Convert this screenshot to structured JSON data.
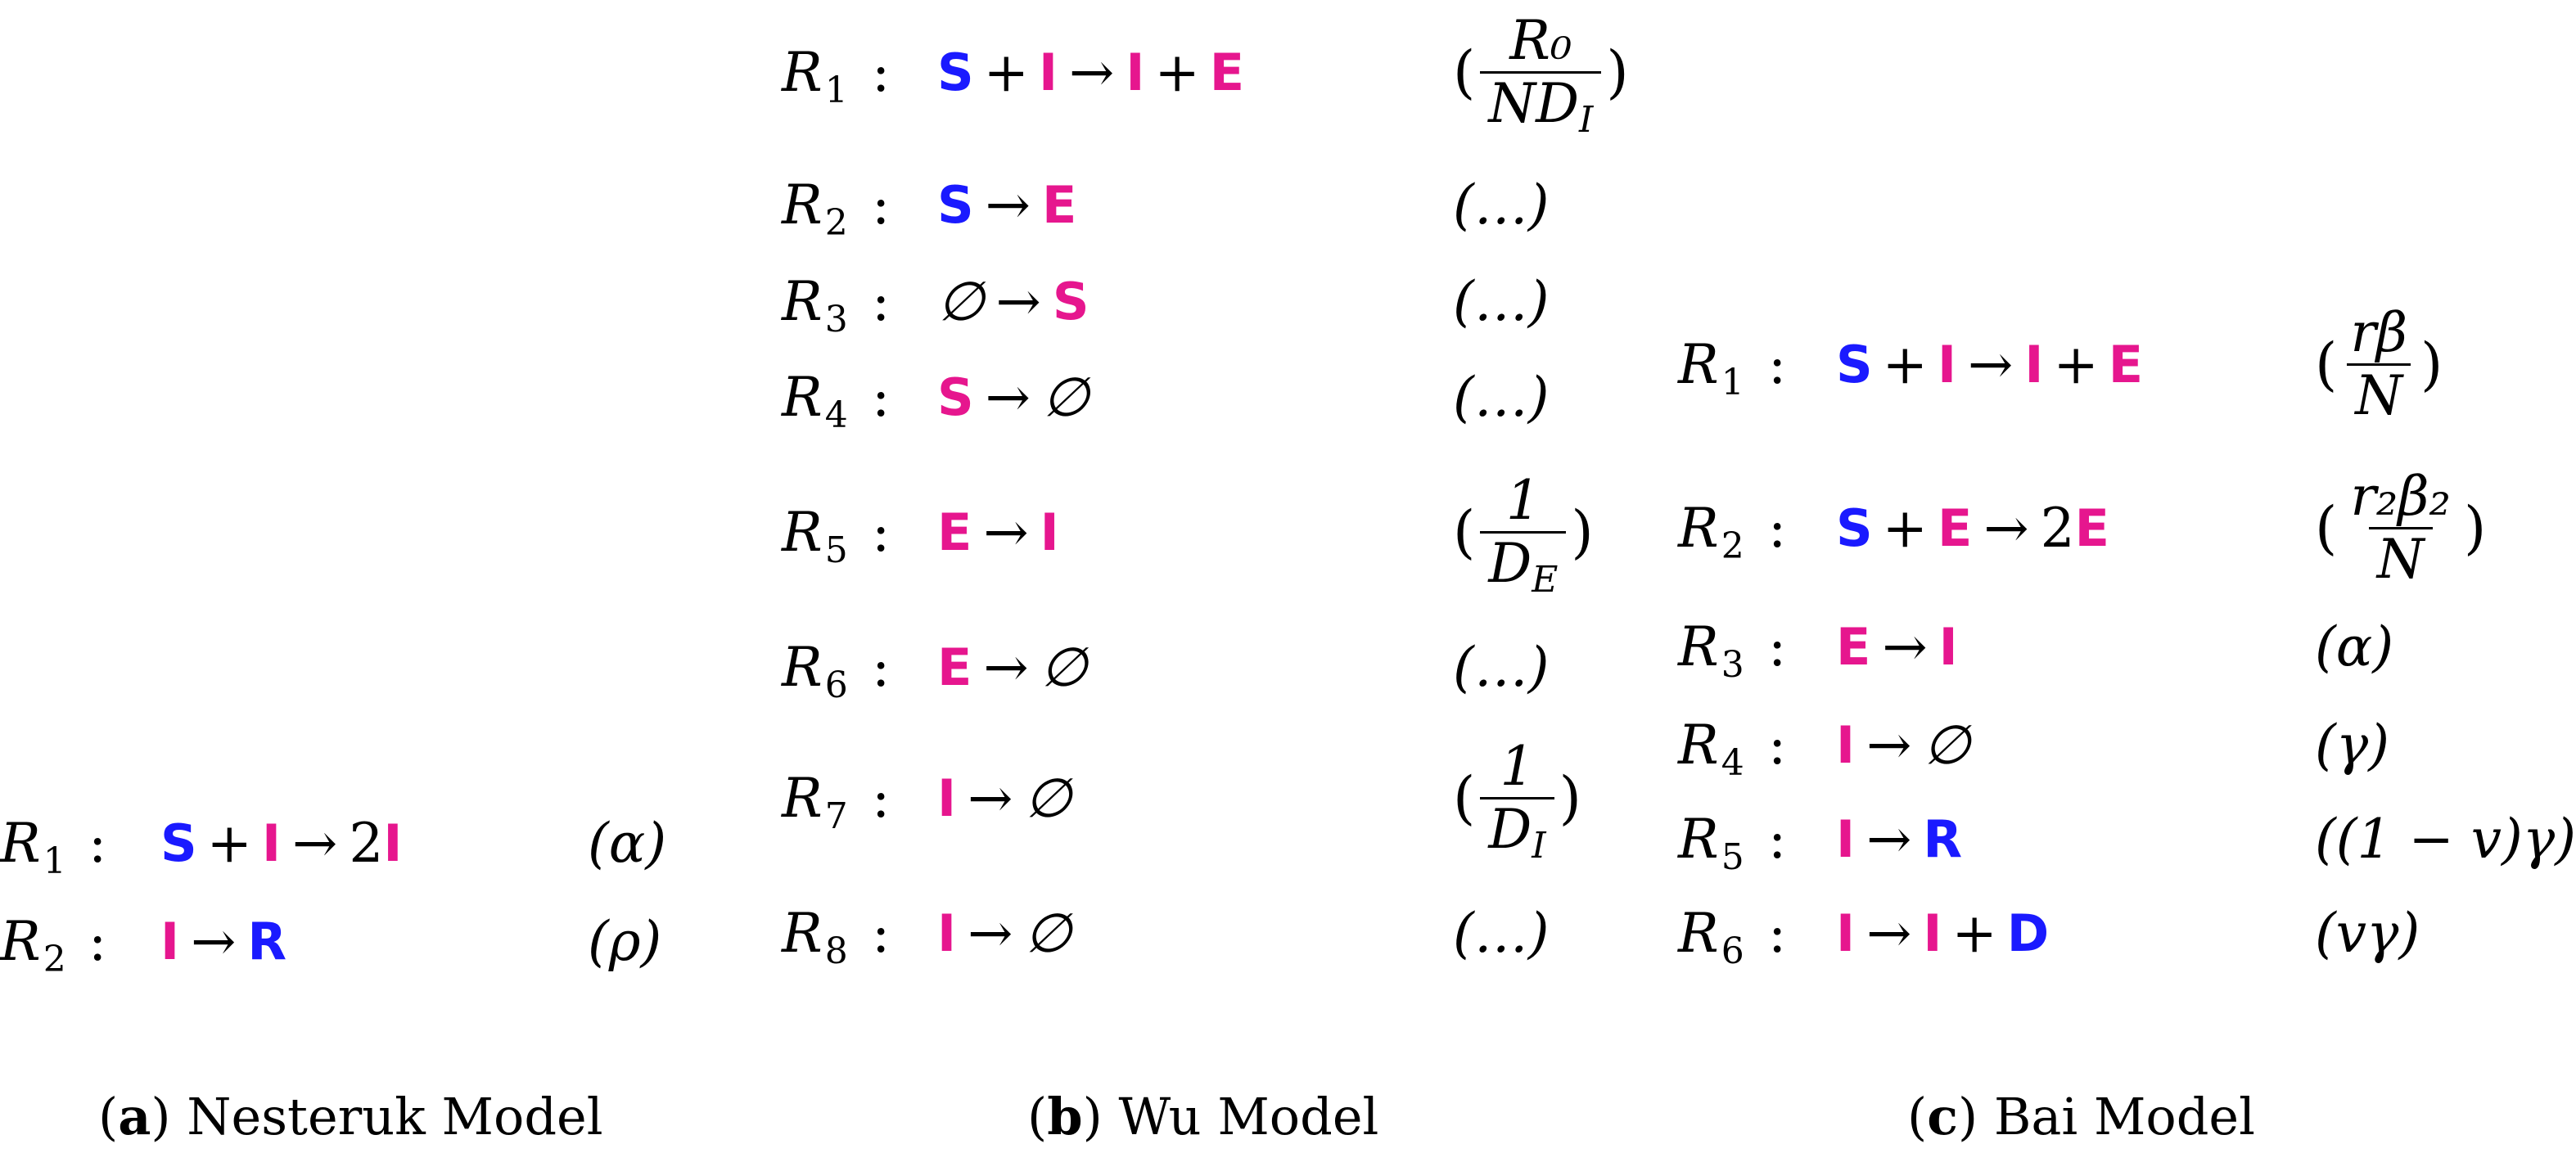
{
  "panels": [
    {
      "id": "a",
      "caption_letter": "a",
      "caption_text": "Nesteruk Model",
      "reactions": [
        {
          "name": "R",
          "index": "1",
          "lhs": [
            [
              "S",
              "s"
            ],
            [
              "+",
              "op"
            ],
            [
              "I",
              "i"
            ]
          ],
          "arrow": "→",
          "rhs": [
            [
              "2",
              "num"
            ],
            [
              "I",
              "i"
            ]
          ],
          "rate": {
            "kind": "text",
            "text": "(α)"
          }
        },
        {
          "name": "R",
          "index": "2",
          "lhs": [
            [
              "I",
              "i"
            ]
          ],
          "arrow": "→",
          "rhs": [
            [
              "R",
              "r"
            ]
          ],
          "rate": {
            "kind": "text",
            "text": "(ρ)"
          }
        }
      ]
    },
    {
      "id": "b",
      "caption_letter": "b",
      "caption_text": "Wu Model",
      "reactions": [
        {
          "name": "R",
          "index": "1",
          "lhs": [
            [
              "S",
              "s"
            ],
            [
              "+",
              "op"
            ],
            [
              "I",
              "i"
            ]
          ],
          "arrow": "→",
          "rhs": [
            [
              "I",
              "i"
            ],
            [
              "+",
              "op"
            ],
            [
              "E",
              "e"
            ]
          ],
          "rate": {
            "kind": "frac",
            "num": "R₀",
            "den": "ND_I"
          }
        },
        {
          "name": "R",
          "index": "2",
          "lhs": [
            [
              "S",
              "s"
            ]
          ],
          "arrow": "→",
          "rhs": [
            [
              "E",
              "e"
            ]
          ],
          "rate": {
            "kind": "text",
            "text": "(…)"
          }
        },
        {
          "name": "R",
          "index": "3",
          "lhs": [
            [
              "∅",
              "null"
            ]
          ],
          "arrow": "→",
          "rhs": [
            [
              "S",
              "e"
            ]
          ],
          "rate": {
            "kind": "text",
            "text": "(…)"
          }
        },
        {
          "name": "R",
          "index": "4",
          "lhs": [
            [
              "S",
              "e"
            ]
          ],
          "arrow": "→",
          "rhs": [
            [
              "∅",
              "null"
            ]
          ],
          "rate": {
            "kind": "text",
            "text": "(…)"
          }
        },
        {
          "name": "R",
          "index": "5",
          "lhs": [
            [
              "E",
              "e"
            ]
          ],
          "arrow": "→",
          "rhs": [
            [
              "I",
              "i"
            ]
          ],
          "rate": {
            "kind": "frac",
            "num": "1",
            "den": "D_E"
          }
        },
        {
          "name": "R",
          "index": "6",
          "lhs": [
            [
              "E",
              "e"
            ]
          ],
          "arrow": "→",
          "rhs": [
            [
              "∅",
              "null"
            ]
          ],
          "rate": {
            "kind": "text",
            "text": "(…)"
          }
        },
        {
          "name": "R",
          "index": "7",
          "lhs": [
            [
              "I",
              "i"
            ]
          ],
          "arrow": "→",
          "rhs": [
            [
              "∅",
              "null"
            ]
          ],
          "rate": {
            "kind": "frac",
            "num": "1",
            "den": "D_I"
          }
        },
        {
          "name": "R",
          "index": "8",
          "lhs": [
            [
              "I",
              "i"
            ]
          ],
          "arrow": "→",
          "rhs": [
            [
              "∅",
              "null"
            ]
          ],
          "rate": {
            "kind": "text",
            "text": "(…)"
          }
        }
      ]
    },
    {
      "id": "c",
      "caption_letter": "c",
      "caption_text": "Bai Model",
      "reactions": [
        {
          "name": "R",
          "index": "1",
          "lhs": [
            [
              "S",
              "s"
            ],
            [
              "+",
              "op"
            ],
            [
              "I",
              "i"
            ]
          ],
          "arrow": "→",
          "rhs": [
            [
              "I",
              "i"
            ],
            [
              "+",
              "op"
            ],
            [
              "E",
              "e"
            ]
          ],
          "rate": {
            "kind": "frac",
            "num": "rβ",
            "den": "N"
          }
        },
        {
          "name": "R",
          "index": "2",
          "lhs": [
            [
              "S",
              "s"
            ],
            [
              "+",
              "op"
            ],
            [
              "E",
              "e"
            ]
          ],
          "arrow": "→",
          "rhs": [
            [
              "2",
              "num"
            ],
            [
              "E",
              "e"
            ]
          ],
          "rate": {
            "kind": "frac",
            "num": "r₂β₂",
            "den": "N"
          }
        },
        {
          "name": "R",
          "index": "3",
          "lhs": [
            [
              "E",
              "e"
            ]
          ],
          "arrow": "→",
          "rhs": [
            [
              "I",
              "i"
            ]
          ],
          "rate": {
            "kind": "text",
            "text": "(α)"
          }
        },
        {
          "name": "R",
          "index": "4",
          "lhs": [
            [
              "I",
              "i"
            ]
          ],
          "arrow": "→",
          "rhs": [
            [
              "∅",
              "null"
            ]
          ],
          "rate": {
            "kind": "text",
            "text": "(γ)"
          }
        },
        {
          "name": "R",
          "index": "5",
          "lhs": [
            [
              "I",
              "i"
            ]
          ],
          "arrow": "→",
          "rhs": [
            [
              "R",
              "r"
            ]
          ],
          "rate": {
            "kind": "text",
            "text": "((1 − v)γ)"
          }
        },
        {
          "name": "R",
          "index": "6",
          "lhs": [
            [
              "I",
              "i"
            ]
          ],
          "arrow": "→",
          "rhs": [
            [
              "I",
              "i"
            ],
            [
              "+",
              "op"
            ],
            [
              "D",
              "d"
            ]
          ],
          "rate": {
            "kind": "text",
            "text": "(vγ)"
          }
        }
      ]
    }
  ],
  "colors": {
    "blue": "#1a1aff",
    "magenta": "#e6168e",
    "text": "#000000"
  }
}
